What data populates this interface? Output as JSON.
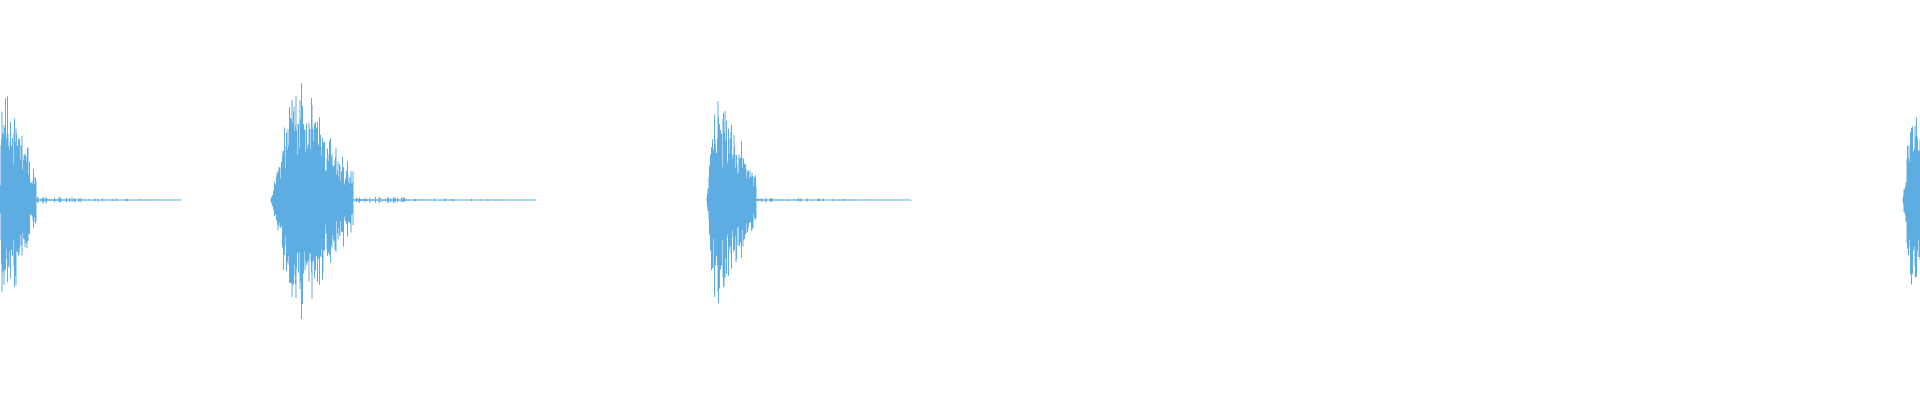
{
  "waveform": {
    "color": "#5dade2",
    "background": "#ffffff",
    "bursts": [
      {
        "start": 0.0,
        "attack": 0.001,
        "decay": 0.018,
        "tail": 0.075,
        "peak": 0.96,
        "seed": 11
      },
      {
        "start": 0.141,
        "attack": 0.013,
        "decay": 0.03,
        "tail": 0.095,
        "peak": 1.0,
        "seed": 23
      },
      {
        "start": 0.368,
        "attack": 0.004,
        "decay": 0.022,
        "tail": 0.08,
        "peak": 0.85,
        "seed": 37
      },
      {
        "start": 0.991,
        "attack": 0.004,
        "decay": 0.04,
        "tail": 0.0,
        "peak": 0.82,
        "seed": 53
      }
    ]
  }
}
